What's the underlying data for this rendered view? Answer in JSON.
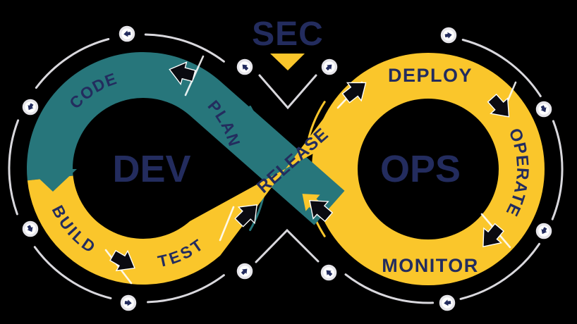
{
  "diagram": {
    "name": "DevSecOps infinity loop"
  },
  "labels": {
    "sec": "SEC",
    "dev": "DEV",
    "ops": "OPS",
    "plan": "PLAN",
    "code": "CODE",
    "build": "BUILD",
    "test": "TEST",
    "release": "RELEASE",
    "deploy": "DEPLOY",
    "operate": "OPERATE",
    "monitor": "MONITOR"
  },
  "colors": {
    "teal": "#27767B",
    "yellow": "#FAC62B",
    "navy": "#232C5E",
    "arc": "#D9D8DD",
    "node-ring": "#E6E5EA",
    "node-fill": "#FFFFFF",
    "arrow-black": "#0A0A10",
    "white": "#FFFFFF",
    "background": "#000000"
  }
}
